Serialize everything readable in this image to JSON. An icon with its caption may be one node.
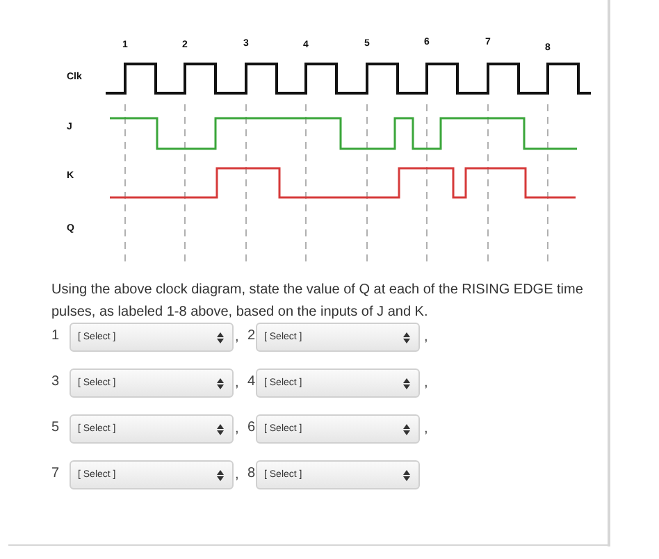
{
  "diagram": {
    "labels": [
      "1",
      "2",
      "3",
      "4",
      "5",
      "6",
      "7",
      "8",
      "Clk",
      "J",
      "K",
      "Q",
      "Using the above clock diagram, state the value of Q at each of the RISING EDGE time pulses, as labeled 1-8 above, based on the inputs of J and K.",
      "1",
      "[ Select ]",
      ",",
      "2",
      "[ Select ]",
      ",",
      "3",
      "[ Select ]",
      ",",
      "4",
      "[ Select ]",
      ",",
      "5",
      "[ Select ]",
      ",",
      "6",
      "[ Select ]",
      ",",
      "7",
      "[ Select ]",
      ",",
      "8",
      "[ Select ]"
    ]
  }
}
